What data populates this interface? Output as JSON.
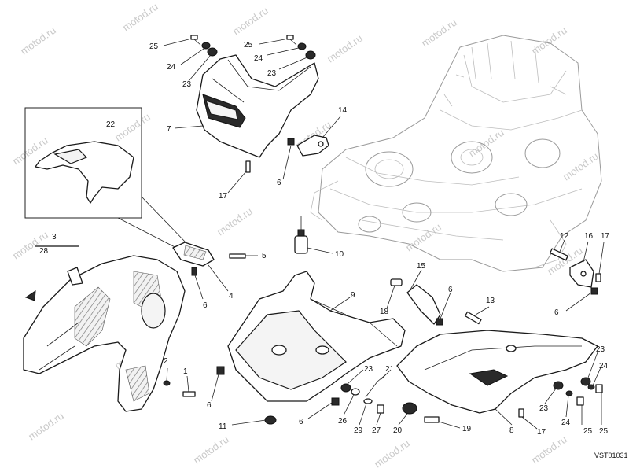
{
  "watermark": "motod.ru",
  "drawing_code": "VST01031",
  "callouts": {
    "c25a": "25",
    "c24a": "24",
    "c23a": "23",
    "c25b": "25",
    "c24b": "24",
    "c23b": "23",
    "c7": "7",
    "c14": "14",
    "c17a": "17",
    "c6a": "6",
    "c22": "22",
    "c3": "3",
    "c28": "28",
    "c5": "5",
    "c10": "10",
    "c6b": "6",
    "c4": "4",
    "c12": "12",
    "c16": "16",
    "c17b": "17",
    "c6c": "6",
    "c15": "15",
    "c18": "18",
    "c6d": "6",
    "c13": "13",
    "c9": "9",
    "c2": "2",
    "c1": "1",
    "c6e": "6",
    "c11": "11",
    "c6f": "6",
    "c23c": "23",
    "c21": "21",
    "c26": "26",
    "c29": "29",
    "c27": "27",
    "c20": "20",
    "c19": "19",
    "c8": "8",
    "c17c": "17",
    "c23d": "23",
    "c24c": "24",
    "c23e": "23",
    "c24d": "24",
    "c25c": "25",
    "c25d": "25"
  }
}
